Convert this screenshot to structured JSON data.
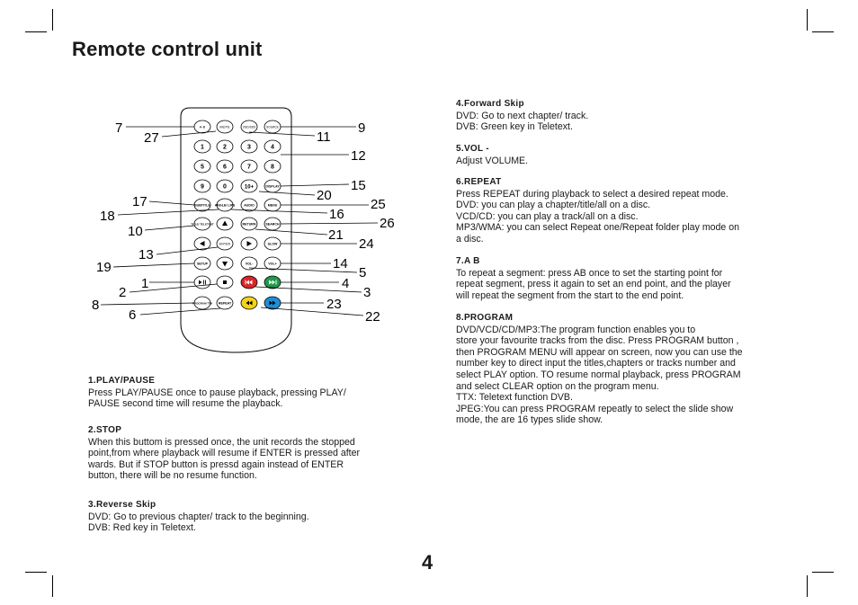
{
  "title": "Remote control unit",
  "page_number": "4",
  "remote": {
    "callouts": [
      "7",
      "27",
      "17",
      "18",
      "10",
      "13",
      "19",
      "1",
      "2",
      "8",
      "6",
      "9",
      "11",
      "12",
      "15",
      "20",
      "25",
      "16",
      "26",
      "21",
      "24",
      "14",
      "5",
      "4",
      "3",
      "23",
      "22"
    ],
    "buttons": {
      "ab": "A-B",
      "mute": "MUTE",
      "osd": "OSD/SDS",
      "source": "SOURCE",
      "n1": "1",
      "n2": "2",
      "n3": "3",
      "n4": "4",
      "n5": "5",
      "n6": "6",
      "n7": "7",
      "n8": "8",
      "n9": "9",
      "n0": "0",
      "n10": "10+",
      "display": "DISPLAY",
      "subtitle": "SUBTITLE",
      "angle": "ANGLE/ LIPS",
      "audio": "AUDIO",
      "menu": "MENU",
      "title_teletext": "TITLE/ TELETEXT",
      "return": "RETURN",
      "search": "SEARCH",
      "enter": "ENTER",
      "slow": "SLOW",
      "setup": "SETUP",
      "volminus": "VOL-",
      "volplus": "VOL+",
      "program": "PROGRAM TTX",
      "repeat": "REPEAT"
    }
  },
  "sections_left": [
    {
      "heading": "1.PLAY/PAUSE",
      "lines": [
        "Press PLAY/PAUSE once to pause playback, pressing PLAY/",
        "PAUSE second time will resume the playback."
      ]
    },
    {
      "heading": "2.STOP",
      "lines": [
        "When this buttom is pressed once, the unit records the stopped",
        "point,from where playback will resume if ENTER is pressed after",
        "wards. But if STOP button is pressd again instead of ENTER",
        "button, there will be no resume function."
      ]
    },
    {
      "heading": "3.Reverse Skip",
      "lines": [
        "DVD: Go to previous chapter/ track to the beginning.",
        "DVB: Red key in Teletext."
      ]
    }
  ],
  "sections_right": [
    {
      "heading": "4.Forward Skip",
      "lines": [
        "DVD: Go to next chapter/ track.",
        "DVB: Green key in Teletext."
      ]
    },
    {
      "heading": "5.VOL -",
      "lines": [
        "Adjust VOLUME."
      ]
    },
    {
      "heading": "6.REPEAT",
      "lines": [
        "Press REPEAT during playback to select a desired repeat mode.",
        "DVD: you can play a chapter/title/all on a disc.",
        "VCD/CD: you can play a track/all on a disc.",
        "MP3/WMA: you can select Repeat one/Repeat folder play mode on",
        "a disc."
      ]
    },
    {
      "heading": "7.A B",
      "lines": [
        "To repeat a segment: press AB once to set the starting point for",
        "repeat segment, press it again to set an end point, and the player",
        "will repeat the segment from the start to the end point."
      ]
    },
    {
      "heading": "8.PROGRAM",
      "lines": [
        "DVD/VCD/CD/MP3:The program function enables you to",
        "store your favourite tracks from the disc. Press PROGRAM button ,",
        "then PROGRAM MENU will appear on screen, now you can use the",
        "number key to direct input the titles,chapters or tracks number and",
        "select PLAY option. TO resume normal playback, press PROGRAM",
        "and select CLEAR option on the program menu.",
        "TTX: Teletext function DVB.",
        "JPEG:You can press PROGRAM repeatly to select the slide show",
        "mode, the are 16 types slide show."
      ]
    }
  ],
  "colors": {
    "red": "#d9252a",
    "green": "#1f9a4a",
    "yellow": "#f3d21a",
    "blue": "#1e8fd6"
  }
}
